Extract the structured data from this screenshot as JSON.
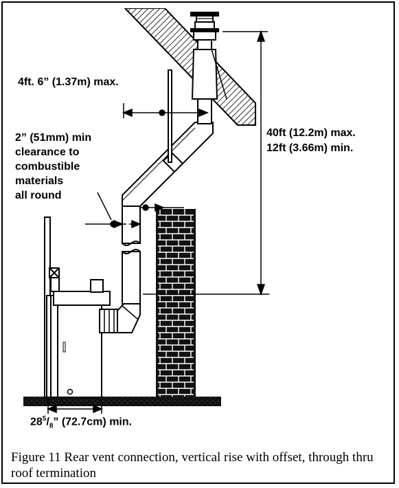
{
  "labels": {
    "horizontal_offset": "4ft. 6” (1.37m) max.",
    "clearance_lines": [
      "2” (51mm) min",
      "clearance to",
      "combustible",
      "materials",
      "all round"
    ],
    "vertical_max": "40ft (12.2m) max.",
    "vertical_min": "12ft (3.66m) min.",
    "base_width_main": "28",
    "base_width_sup": "5",
    "base_width_sub": "8",
    "base_width_rest": "” (72.7cm) min."
  },
  "caption": "Figure 11 Rear vent connection, vertical rise with offset, through thru roof termination"
}
